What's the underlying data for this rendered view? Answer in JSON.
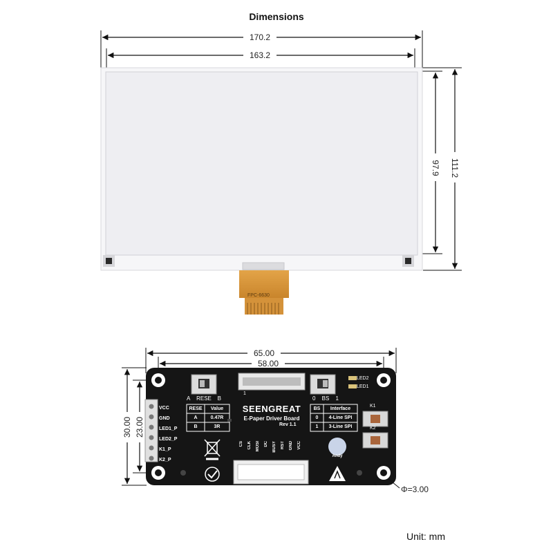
{
  "title": "Dimensions",
  "panel": {
    "outer_width": "170.2",
    "active_width": "163.2",
    "active_height": "97.9",
    "outer_height": "111.2",
    "fpc_label": "FPC-6630"
  },
  "board": {
    "outer_width": "65.00",
    "hole_width": "58.00",
    "outer_height": "30.00",
    "hole_height": "23.00",
    "hole_diameter": "Φ=3.00",
    "brand": "SEENGREAT",
    "product": "E-Paper Driver Board",
    "rev": "Rev 1.1",
    "reset_switch": {
      "left": "A",
      "label": "RESE",
      "right": "B"
    },
    "bs_switch": {
      "left": "0",
      "label": "BS",
      "right": "1"
    },
    "reset_table": {
      "headers": [
        "RESE",
        "Value"
      ],
      "rows": [
        [
          "A",
          "0.47R"
        ],
        [
          "B",
          "3R"
        ]
      ]
    },
    "bs_table": {
      "headers": [
        "BS",
        "Interface"
      ],
      "rows": [
        [
          "0",
          "4-Line SPI"
        ],
        [
          "1",
          "3-Line SPI"
        ]
      ]
    },
    "left_pins": [
      "VCC",
      "GND",
      "LED1_P",
      "LED2_P",
      "K1_P",
      "K2_P"
    ],
    "header_pins": [
      "CS",
      "CLK",
      "MOSI",
      "DC",
      "BUSY",
      "RST",
      "GND",
      "VCC"
    ],
    "connector_pin1": "1",
    "leds": [
      "LED2",
      "LED1"
    ],
    "buttons": [
      "K1",
      "K2"
    ],
    "mascot": "Andy",
    "colors": {
      "pcb": "#151515",
      "silk": "#ffffff",
      "flex": "#d99a3c"
    }
  },
  "unit_label": "Unit: mm"
}
